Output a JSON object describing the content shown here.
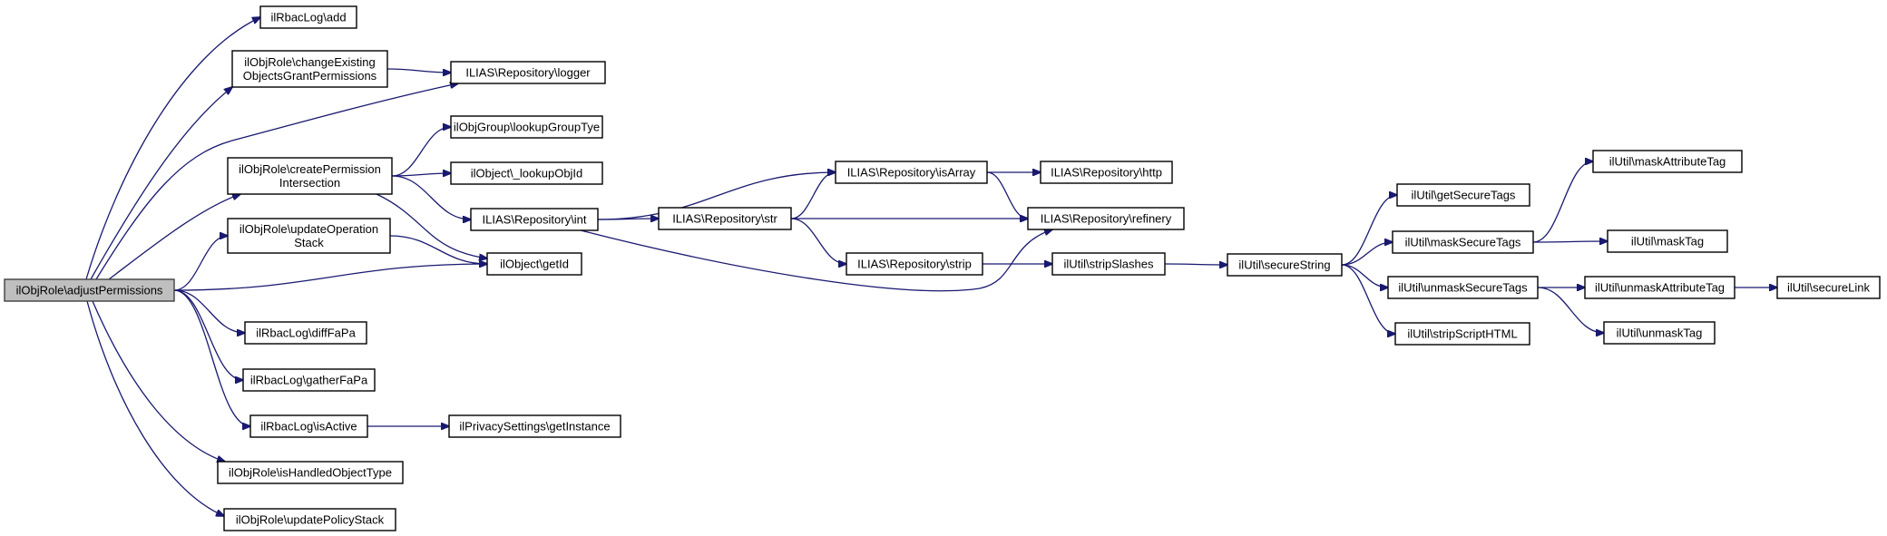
{
  "graph": {
    "colors": {
      "edge": "#191970",
      "root_fill": "#bfbfbf",
      "node_fill": "#ffffff",
      "node_border": "#000000"
    },
    "nodes": [
      {
        "id": "n0",
        "lines": [
          "ilObjRole\\adjustPermissions"
        ]
      },
      {
        "id": "n1",
        "lines": [
          "ilRbacLog\\add"
        ]
      },
      {
        "id": "n2",
        "lines": [
          "ilObjRole\\changeExisting",
          "ObjectsGrantPermissions"
        ]
      },
      {
        "id": "n3",
        "lines": [
          "ILIAS\\Repository\\logger"
        ]
      },
      {
        "id": "n4",
        "lines": [
          "ilObjRole\\createPermission",
          "Intersection"
        ]
      },
      {
        "id": "n5",
        "lines": [
          "ilObjGroup\\lookupGroupTye"
        ]
      },
      {
        "id": "n6",
        "lines": [
          "ilObject\\_lookupObjId"
        ]
      },
      {
        "id": "n7",
        "lines": [
          "ILIAS\\Repository\\int"
        ]
      },
      {
        "id": "n8",
        "lines": [
          "ilObject\\getId"
        ]
      },
      {
        "id": "n9",
        "lines": [
          "ILIAS\\Repository\\isArray"
        ]
      },
      {
        "id": "n10",
        "lines": [
          "ILIAS\\Repository\\http"
        ]
      },
      {
        "id": "n11",
        "lines": [
          "ILIAS\\Repository\\refinery"
        ]
      },
      {
        "id": "n12",
        "lines": [
          "ILIAS\\Repository\\str"
        ]
      },
      {
        "id": "n13",
        "lines": [
          "ILIAS\\Repository\\strip"
        ]
      },
      {
        "id": "n14",
        "lines": [
          "ilUtil\\stripSlashes"
        ]
      },
      {
        "id": "n15",
        "lines": [
          "ilUtil\\secureString"
        ]
      },
      {
        "id": "n16",
        "lines": [
          "ilUtil\\getSecureTags"
        ]
      },
      {
        "id": "n17",
        "lines": [
          "ilUtil\\maskSecureTags"
        ]
      },
      {
        "id": "n18",
        "lines": [
          "ilUtil\\maskAttributeTag"
        ]
      },
      {
        "id": "n19",
        "lines": [
          "ilUtil\\maskTag"
        ]
      },
      {
        "id": "n20",
        "lines": [
          "ilUtil\\unmaskSecureTags"
        ]
      },
      {
        "id": "n21",
        "lines": [
          "ilUtil\\unmaskAttributeTag"
        ]
      },
      {
        "id": "n22",
        "lines": [
          "ilUtil\\secureLink"
        ]
      },
      {
        "id": "n23",
        "lines": [
          "ilUtil\\unmaskTag"
        ]
      },
      {
        "id": "n24",
        "lines": [
          "ilUtil\\stripScriptHTML"
        ]
      },
      {
        "id": "n25",
        "lines": [
          "ilObjRole\\updateOperation",
          "Stack"
        ]
      },
      {
        "id": "n26",
        "lines": [
          "ilRbacLog\\diffFaPa"
        ]
      },
      {
        "id": "n27",
        "lines": [
          "ilRbacLog\\gatherFaPa"
        ]
      },
      {
        "id": "n28",
        "lines": [
          "ilRbacLog\\isActive"
        ]
      },
      {
        "id": "n29",
        "lines": [
          "ilPrivacySettings\\getInstance"
        ]
      },
      {
        "id": "n30",
        "lines": [
          "ilObjRole\\isHandledObjectType"
        ]
      },
      {
        "id": "n31",
        "lines": [
          "ilObjRole\\updatePolicyStack"
        ]
      }
    ],
    "edges": [
      [
        "n0",
        "n1"
      ],
      [
        "n0",
        "n2"
      ],
      [
        "n0",
        "n3"
      ],
      [
        "n0",
        "n4"
      ],
      [
        "n0",
        "n25"
      ],
      [
        "n0",
        "n8"
      ],
      [
        "n0",
        "n26"
      ],
      [
        "n0",
        "n27"
      ],
      [
        "n0",
        "n28"
      ],
      [
        "n0",
        "n30"
      ],
      [
        "n0",
        "n31"
      ],
      [
        "n2",
        "n3"
      ],
      [
        "n4",
        "n5"
      ],
      [
        "n4",
        "n6"
      ],
      [
        "n4",
        "n7"
      ],
      [
        "n4",
        "n8"
      ],
      [
        "n25",
        "n8"
      ],
      [
        "n7",
        "n9"
      ],
      [
        "n7",
        "n12"
      ],
      [
        "n7",
        "n11"
      ],
      [
        "n9",
        "n10"
      ],
      [
        "n9",
        "n11"
      ],
      [
        "n12",
        "n9"
      ],
      [
        "n12",
        "n11"
      ],
      [
        "n12",
        "n13"
      ],
      [
        "n13",
        "n14"
      ],
      [
        "n14",
        "n15"
      ],
      [
        "n15",
        "n16"
      ],
      [
        "n15",
        "n17"
      ],
      [
        "n15",
        "n20"
      ],
      [
        "n15",
        "n24"
      ],
      [
        "n17",
        "n18"
      ],
      [
        "n17",
        "n19"
      ],
      [
        "n20",
        "n21"
      ],
      [
        "n20",
        "n23"
      ],
      [
        "n21",
        "n22"
      ],
      [
        "n28",
        "n29"
      ]
    ]
  }
}
